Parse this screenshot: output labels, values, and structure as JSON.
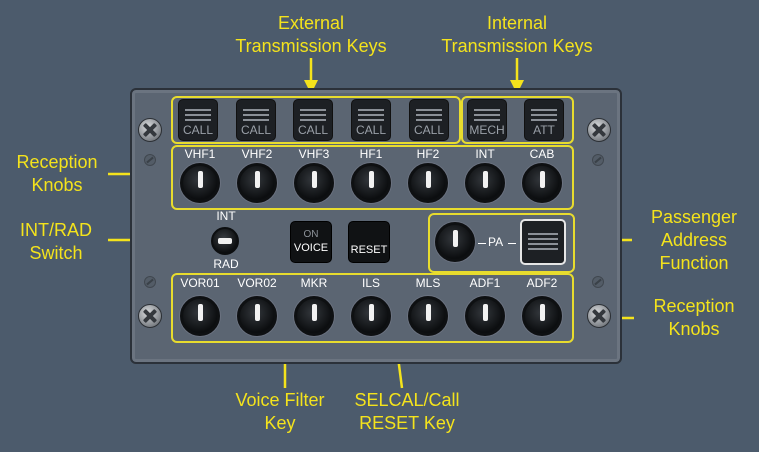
{
  "callouts": {
    "external_keys": [
      "External",
      "Transmission Keys"
    ],
    "internal_keys": [
      "Internal",
      "Transmission Keys"
    ],
    "reception_knobs_top": [
      "Reception",
      "Knobs"
    ],
    "int_rad_switch": [
      "INT/RAD",
      "Switch"
    ],
    "passenger_address": [
      "Passenger",
      "Address",
      "Function"
    ],
    "reception_knobs_bottom": [
      "Reception",
      "Knobs"
    ],
    "voice_filter_key": [
      "Voice Filter",
      "Key"
    ],
    "selcal_reset_key": [
      "SELCAL/Call",
      "RESET Key"
    ]
  },
  "transmission_keys": {
    "external": [
      "CALL",
      "CALL",
      "CALL",
      "CALL",
      "CALL"
    ],
    "internal": [
      "MECH",
      "ATT"
    ]
  },
  "reception_top": [
    "VHF1",
    "VHF2",
    "VHF3",
    "HF1",
    "HF2",
    "INT",
    "CAB"
  ],
  "reception_bottom": [
    "VOR01",
    "VOR02",
    "MKR",
    "ILS",
    "MLS",
    "ADF1",
    "ADF2"
  ],
  "int_rad": {
    "top": "INT",
    "bottom": "RAD"
  },
  "voice_key": {
    "on": "ON",
    "label": "VOICE"
  },
  "reset_key": {
    "label": "RESET"
  },
  "pa_label": "PA",
  "colors": {
    "background": "#4c5b6c",
    "callout": "#f4e31c",
    "highlight": "#e8dc2e",
    "panel": "#5b6572"
  }
}
